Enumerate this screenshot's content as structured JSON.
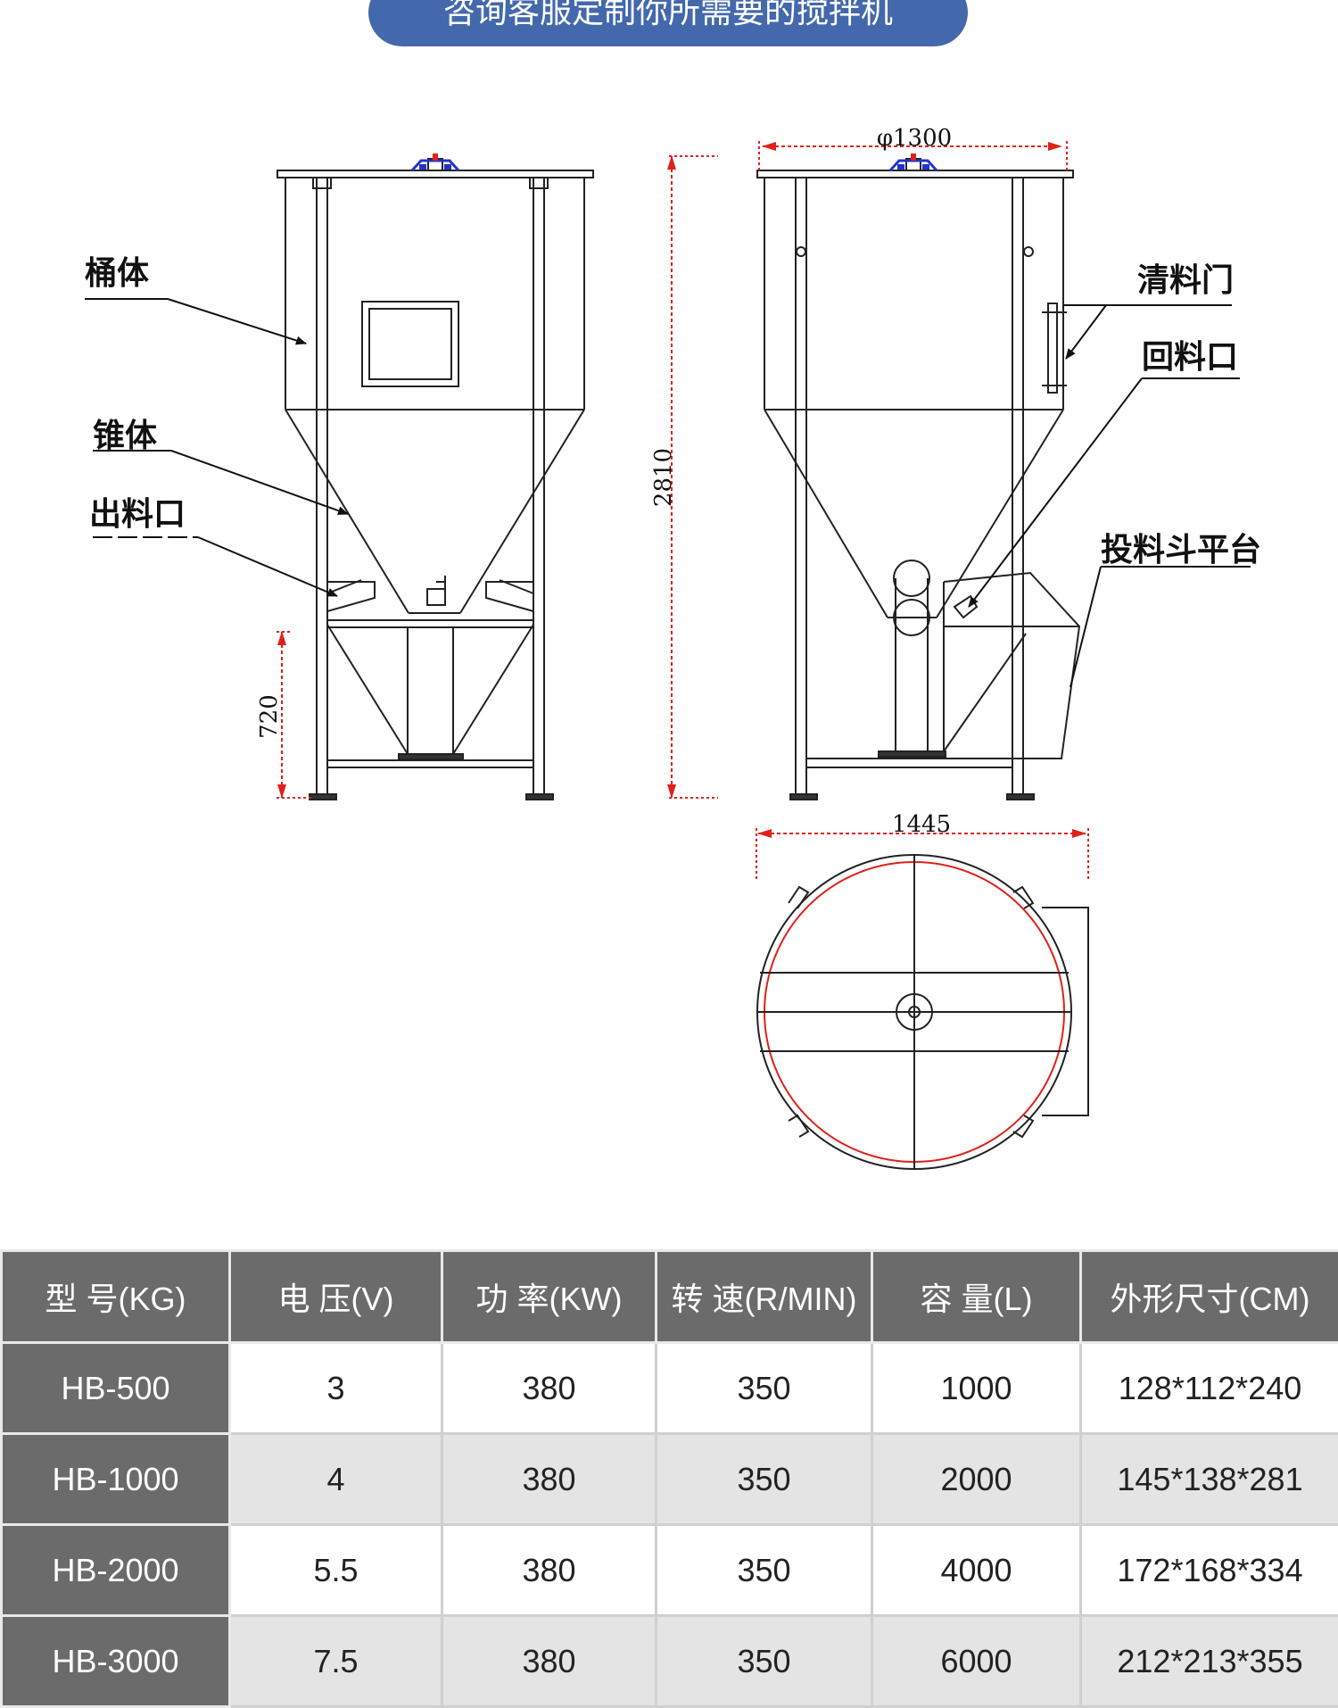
{
  "banner": {
    "title": "咨询客服定制你所需要的搅拌机"
  },
  "drawing": {
    "callouts": {
      "barrel": "桶体",
      "cone": "锥体",
      "outlet": "出料口",
      "cleaning_door": "清料门",
      "return_port": "回料口",
      "hopper_platform": "投料斗平台"
    },
    "dimensions": {
      "top_diameter": "φ1300",
      "total_height": "2810",
      "leg_height": "720",
      "total_width": "1445"
    }
  },
  "table": {
    "headers": [
      "型  号(KG)",
      "电  压(V)",
      "功  率(KW)",
      "转  速(R/MIN)",
      "容  量(L)",
      "外形尺寸(CM)"
    ],
    "rows": [
      [
        "HB-500",
        "3",
        "380",
        "350",
        "1000",
        "128*112*240"
      ],
      [
        "HB-1000",
        "4",
        "380",
        "350",
        "2000",
        "145*138*281"
      ],
      [
        "HB-2000",
        "5.5",
        "380",
        "350",
        "4000",
        "172*168*334"
      ],
      [
        "HB-3000",
        "7.5",
        "380",
        "350",
        "6000",
        "212*213*355"
      ]
    ]
  },
  "colors": {
    "banner": "#4468ac",
    "header_bg": "#6b6b6b",
    "dimension": "#e0211b",
    "motor": "#2233cc"
  }
}
